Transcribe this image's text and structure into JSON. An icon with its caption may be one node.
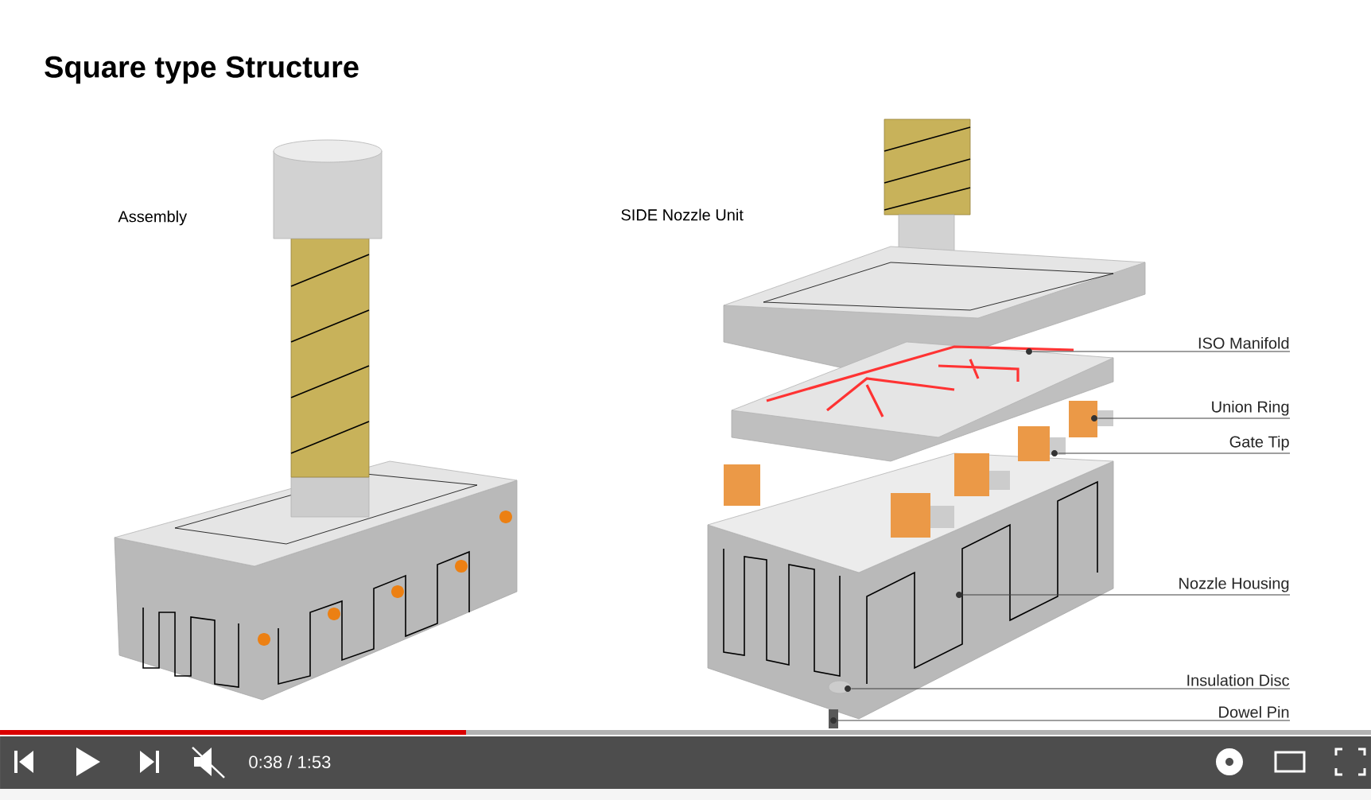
{
  "diagram": {
    "title": "Square type Structure",
    "nodes": [
      {
        "text": [
          "ISO Manifold"
        ]
      },
      {
        "text": [],
        "shape": "circle"
      },
      {
        "text": [
          "Union Ring"
        ]
      },
      {
        "text": [],
        "shape": "circle"
      },
      {
        "text": [
          "Gate Tip"
        ]
      },
      {
        "text": [],
        "shape": "circle"
      },
      {
        "text": [
          "Nozzle Housing"
        ]
      },
      {
        "text": [],
        "shape": "circle"
      },
      {
        "text": [
          "Insulation Disc"
        ]
      },
      {
        "text": [],
        "shape": "circle"
      },
      {
        "text": [
          "Dowel Pin"
        ]
      },
      {
        "text": [],
        "shape": "circle"
      }
    ],
    "edges": [
      {
        "from": 0,
        "to": 1,
        "arrow": "none"
      },
      {
        "from": 2,
        "to": 3,
        "arrow": "none"
      },
      {
        "from": 4,
        "to": 5,
        "arrow": "none"
      },
      {
        "from": 6,
        "to": 7,
        "arrow": "none"
      },
      {
        "from": 8,
        "to": 9,
        "arrow": "none"
      },
      {
        "from": 10,
        "to": 11,
        "arrow": "none"
      }
    ],
    "labels": [
      "Assembly",
      "SIDE Nozzle Unit",
      "0:38 / 1:53"
    ]
  }
}
